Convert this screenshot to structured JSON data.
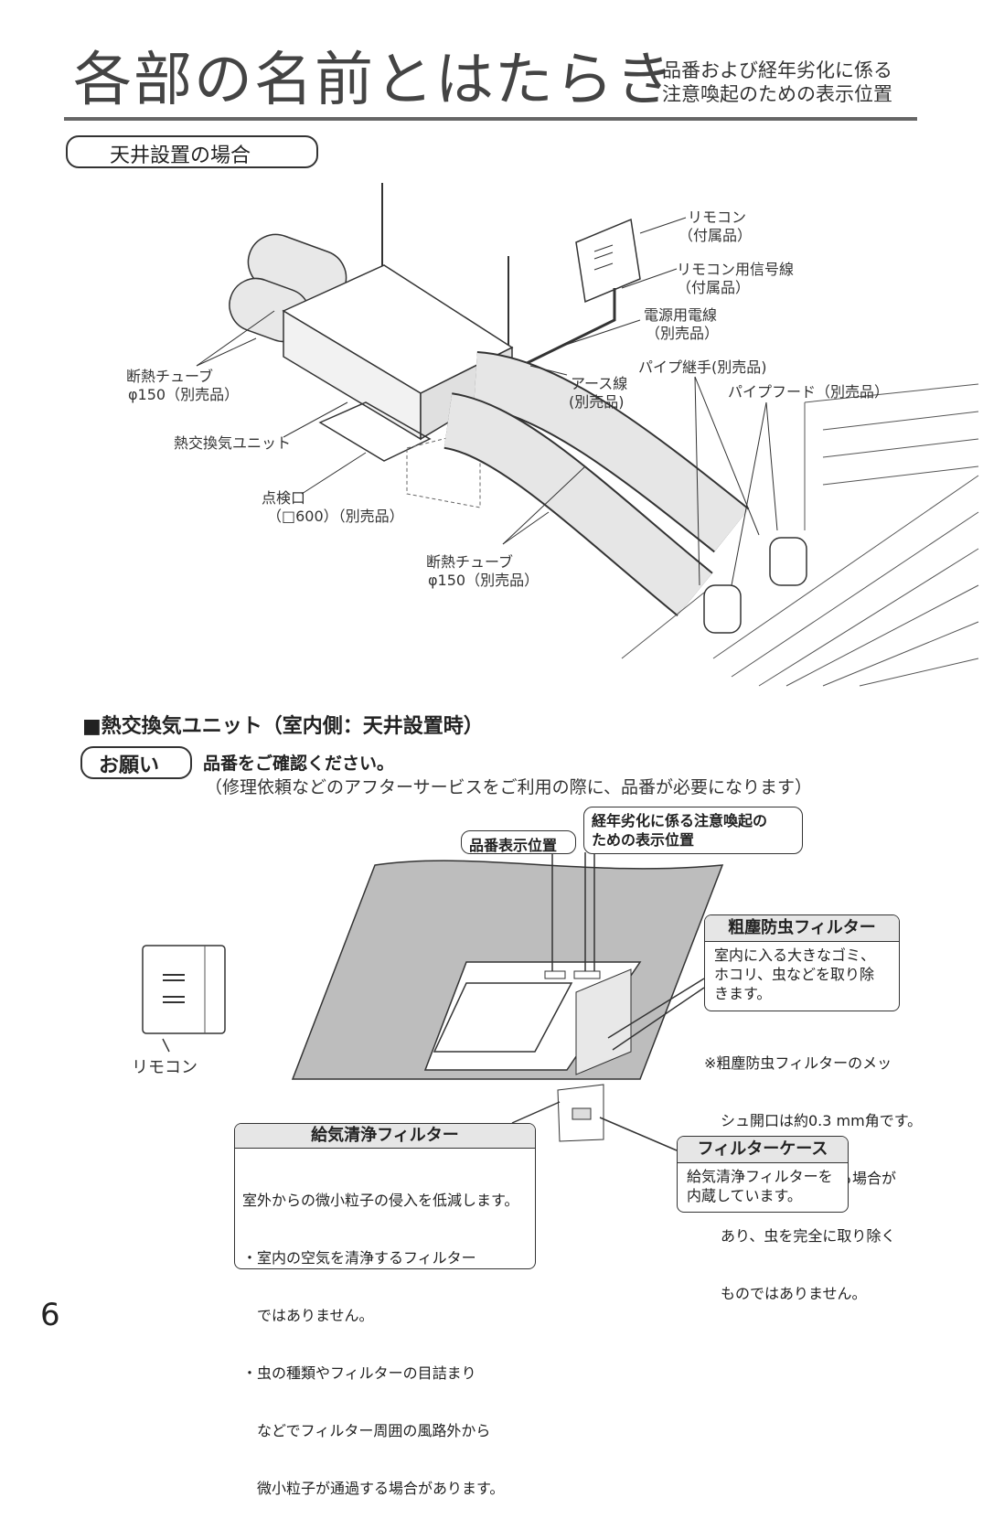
{
  "header": {
    "title": "各部の名前とはたらき",
    "subtitle_line1": "品番および経年劣化に係る",
    "subtitle_line2": "注意喚起のための表示位置"
  },
  "ceiling_section": {
    "label": "天井設置の場合",
    "labels": {
      "remote": "リモコン",
      "remote_note": "（付属品）",
      "remote_wire": "リモコン用信号線",
      "remote_wire_note": "（付属品）",
      "power_wire": "電源用電線",
      "power_wire_note": "（別売品）",
      "pipe_joint": "パイプ継手(別売品)",
      "pipe_hood": "パイプフード（別売品）",
      "earth_wire": "アース線",
      "earth_wire_note": "(別売品)",
      "tube_left": "断熱チューブ",
      "tube_left_size": "φ150（別売品）",
      "unit": "熱交換気ユニット",
      "inspection": "点検口",
      "inspection_size": "（□600）（別売品）",
      "tube_bottom": "断熱チューブ",
      "tube_bottom_size": "φ150（別売品）"
    }
  },
  "indoor_section": {
    "heading": "■熱交換気ユニット（室内側：天井設置時）",
    "onegai": "お願い",
    "request": "品番をご確認ください。",
    "request_sub": "（修理依頼などのアフターサービスをご利用の際に、品番が必要になります）",
    "model_position": "品番表示位置",
    "aging_line1": "経年劣化に係る注意喚起の",
    "aging_line2": "ための表示位置",
    "remote_label": "リモコン",
    "coarse_filter": {
      "title": "粗塵防虫フィルター",
      "lines": [
        "室内に入る大きなゴミ、",
        "ホコリ、虫などを取り除",
        "きます。"
      ]
    },
    "coarse_note": [
      "※粗塵防虫フィルターのメッ",
      "シュ開口は約0.3 mm角です。",
      "小さい虫が通過する場合が",
      "あり、虫を完全に取り除く",
      "ものではありません。"
    ],
    "supply_filter": {
      "title": "給気清浄フィルター",
      "lines": [
        "室外からの微小粒子の侵入を低減します。",
        "・室内の空気を清浄するフィルター",
        "　ではありません。",
        "・虫の種類やフィルターの目詰まり",
        "　などでフィルター周囲の風路外から",
        "　微小粒子が通過する場合があります。"
      ]
    },
    "filter_case": {
      "title": "フィルターケース",
      "lines": [
        "給気清浄フィルターを",
        "内蔵しています。"
      ]
    }
  },
  "page_number": "6"
}
